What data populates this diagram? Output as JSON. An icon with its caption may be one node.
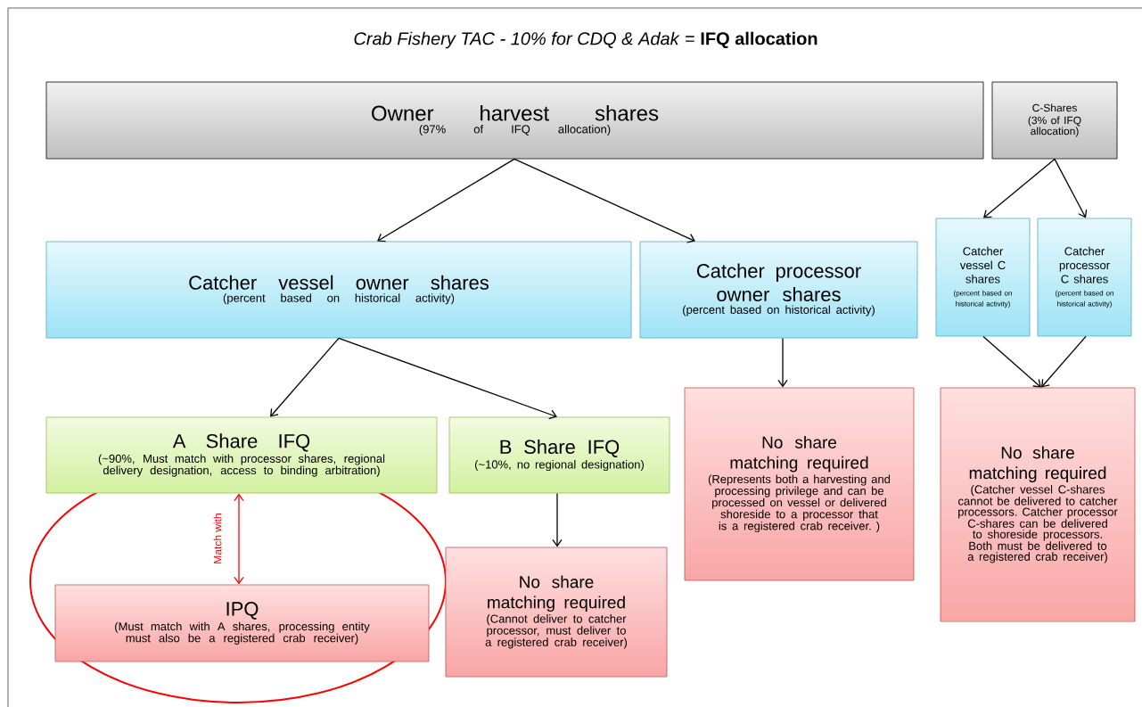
{
  "diagram": {
    "title": "*Crab Fishery TAC - 10% for CDQ & Adak* = **IFQ allocation**",
    "nodes": [
      {
        "text": [
          "Owner harvest shares",
          "(97% of IFQ allocation)"
        ]
      },
      {
        "text": [
          "C-Shares",
          "(3% of IFQ allocation)"
        ]
      },
      {
        "text": [
          "Catcher vessel owner shares",
          "(percent based on historical activity)"
        ]
      },
      {
        "text": [
          "Catcher processor owner shares",
          "(percent based on historical activity)"
        ]
      },
      {
        "text": [
          "Catcher vessel C shares",
          "(percent based on historical activity)"
        ]
      },
      {
        "text": [
          "Catcher processor C shares",
          "(percent based on historical activity)"
        ]
      },
      {
        "text": [
          "A Share IFQ",
          "(~90%, Must match with processor shares, regional delivery designation, access to binding arbitration)"
        ]
      },
      {
        "text": [
          "B Share IFQ",
          "(~10%, no regional designation)"
        ]
      },
      {
        "text": [
          "No share matching required",
          "(Represents both a harvesting and processing privilege and can be processed on vessel or delivered shoreside to a processor that is a registered crab receiver. )"
        ]
      },
      {
        "text": [
          "No share matching required",
          "(Catcher vessel C-shares cannot be delivered to catcher processors. Catcher processor C-shares can be delivered to shoreside processors. Both must be delivered to a registered crab receiver)"
        ]
      },
      {
        "text": [
          "IPQ",
          "(Must match with A shares, processing entity must also be a registered crab receiver)"
        ]
      },
      {
        "text": [
          "No share matching required",
          "(Cannot deliver to catcher processor, must deliver to a registered crab receiver)"
        ]
      }
    ],
    "edges": [
      {
        "from": 0,
        "to": 2,
        "arrow": "to"
      },
      {
        "from": 0,
        "to": 3,
        "arrow": "to"
      },
      {
        "from": 1,
        "to": 4,
        "arrow": "to"
      },
      {
        "from": 1,
        "to": 5,
        "arrow": "to"
      },
      {
        "from": 2,
        "to": 6,
        "arrow": "to"
      },
      {
        "from": 2,
        "to": 7,
        "arrow": "to"
      },
      {
        "from": 3,
        "to": 8,
        "arrow": "to"
      },
      {
        "from": 4,
        "to": 9,
        "arrow": "to"
      },
      {
        "from": 5,
        "to": 9,
        "arrow": "to"
      },
      {
        "from": 7,
        "to": 11,
        "arrow": "to"
      },
      {
        "from": 6,
        "to": 10,
        "arrow": "both",
        "label": "Match with",
        "color": "#ff0000"
      }
    ]
  }
}
